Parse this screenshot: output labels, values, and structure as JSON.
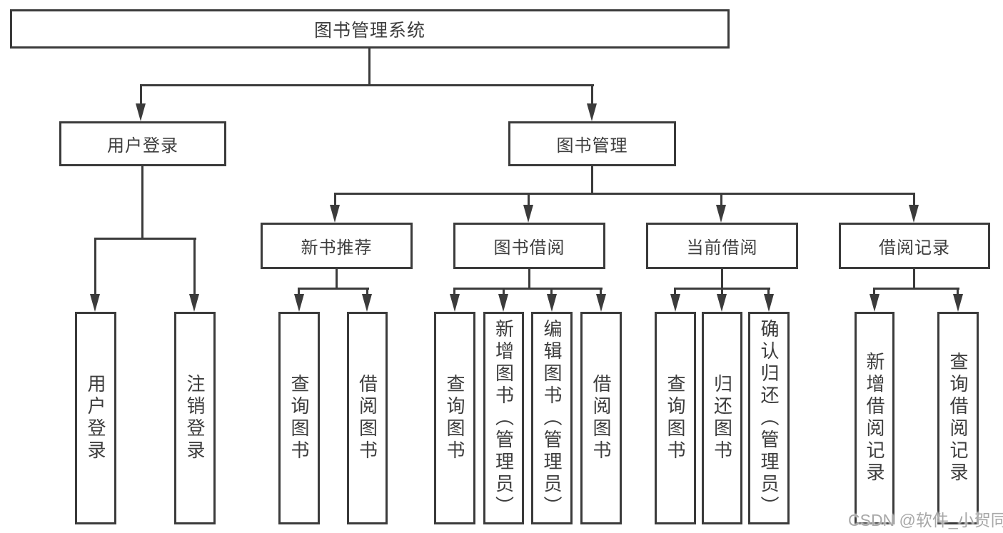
{
  "tree": {
    "label": "图书管理系统",
    "children": [
      {
        "label": "用户登录",
        "children": [
          {
            "label": "用户登录"
          },
          {
            "label": "注销登录"
          }
        ]
      },
      {
        "label": "图书管理",
        "children": [
          {
            "label": "新书推荐",
            "children": [
              {
                "label": "查询图书"
              },
              {
                "label": "借阅图书"
              }
            ]
          },
          {
            "label": "图书借阅",
            "children": [
              {
                "label": "查询图书"
              },
              {
                "label": "新增图书（管理员）"
              },
              {
                "label": "编辑图书（管理员）"
              },
              {
                "label": "借阅图书"
              }
            ]
          },
          {
            "label": "当前借阅",
            "children": [
              {
                "label": "查询图书"
              },
              {
                "label": "归还图书"
              },
              {
                "label": "确认归还（管理员）"
              }
            ]
          },
          {
            "label": "借阅记录",
            "children": [
              {
                "label": "新增借阅记录"
              },
              {
                "label": "查询借阅记录"
              }
            ]
          }
        ]
      }
    ]
  },
  "watermark": {
    "text": "CSDN @软件_小贺同学"
  },
  "colors": {
    "line": "#3b3b3b",
    "text": "#3d3d3d",
    "background": "#ffffff",
    "watermark": "#a8a8a8"
  }
}
